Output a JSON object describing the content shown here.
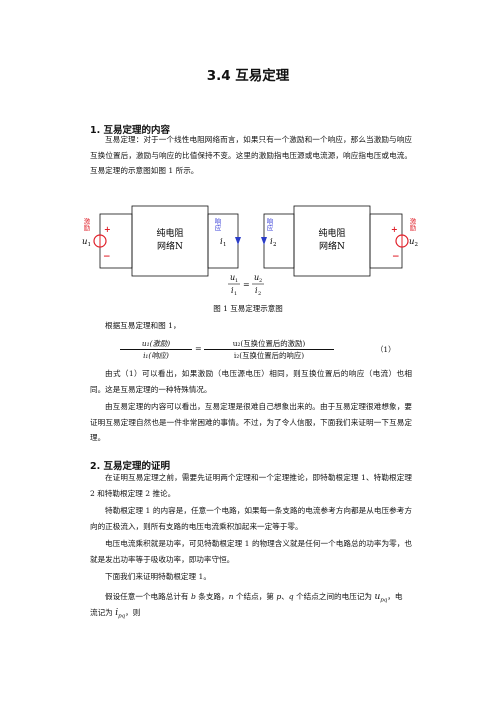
{
  "title": "3.4  互易定理",
  "section1": {
    "heading": "1.  互易定理的内容",
    "p1": "互易定理：对于一个线性电阻网络而言，如果只有一个激励和一个响应，那么当激励与响应互换位置后，激励与响应的比值保持不变。这里的激励指电压源或电流源，响应指电压或电流。互易定理的示意图如图 1 所示。",
    "p2_lead": "根据互易定理和图 1，",
    "p3": "由式（1）可以看出，如果激励（电压源电压）相同，则互换位置后的响应（电流）也相同。这是互易定理的一种特殊情况。",
    "p4": "由互易定理的内容可以看出，互易定理是很难自己想象出来的。由于互易定理很难想象，要证明互易定理自然也是一件非常困难的事情。不过，为了令人信服，下面我们来证明一下互易定理。"
  },
  "figure": {
    "left_source_label": "激励",
    "left_source_var": "u",
    "left_source_sub": "1",
    "left_box_line1": "纯电阻",
    "left_box_line2": "网络N",
    "left_resp_label": "响应",
    "left_resp_var": "i",
    "left_resp_sub": "1",
    "right_resp_label": "响应",
    "right_resp_var": "i",
    "right_resp_sub": "2",
    "right_box_line1": "纯电阻",
    "right_box_line2": "网络N",
    "right_source_label": "激励",
    "right_source_var": "u",
    "right_source_sub": "2",
    "plus": "+",
    "minus": "−",
    "eq_num1": "u",
    "eq_num1_sub": "1",
    "eq_den1": "i",
    "eq_den1_sub": "1",
    "eq_equals": "=",
    "eq_num2": "u",
    "eq_num2_sub": "2",
    "eq_den2": "i",
    "eq_den2_sub": "2",
    "caption": "图 1  互易定理示意图",
    "colors": {
      "label_red": "#e0202a",
      "label_blue": "#3a40d8",
      "source_red": "#e0202a"
    }
  },
  "formula1": {
    "lhs_num": "u₁(激励)",
    "lhs_den": "i₁(响应)",
    "equals": "=",
    "rhs_num": "u₂(互换位置后的激励)",
    "rhs_den": "i₂(互换位置后的响应)",
    "number": "（1）"
  },
  "section2": {
    "heading": "2.  互易定理的证明",
    "p1": "在证明互易定理之前，需要先证明两个定理和一个定理推论，即特勒根定理 1、特勒根定理 2 和特勒根定理 2 推论。",
    "p2": "特勒根定理 1 的内容是，任意一个电路，如果每一条支路的电流参考方向都是从电压参考方向的正极流入，则所有支路的电压电流乘积加起来一定等于零。",
    "p3": "电压电流乘积就是功率，可见特勒根定理 1 的物理含义就是任何一个电路总的功率为零，也就是发出功率等于吸收功率，即功率守恒。",
    "p4": "下面我们来证明特勒根定理 1。",
    "p5a": "假设任意一个电路总计有 ",
    "p5b": "b",
    "p5c": " 条支路，",
    "p5d": "n",
    "p5e": " 个结点，第 ",
    "p5f": "p",
    "p5g": "、",
    "p5h": "q",
    "p5i": " 个结点之间的电压记为 ",
    "p5j": "u",
    "p5k": "pq",
    "p5l": "，电",
    "p6a": "流记为 ",
    "p6b": "i",
    "p6c": "pq",
    "p6d": "，则"
  }
}
